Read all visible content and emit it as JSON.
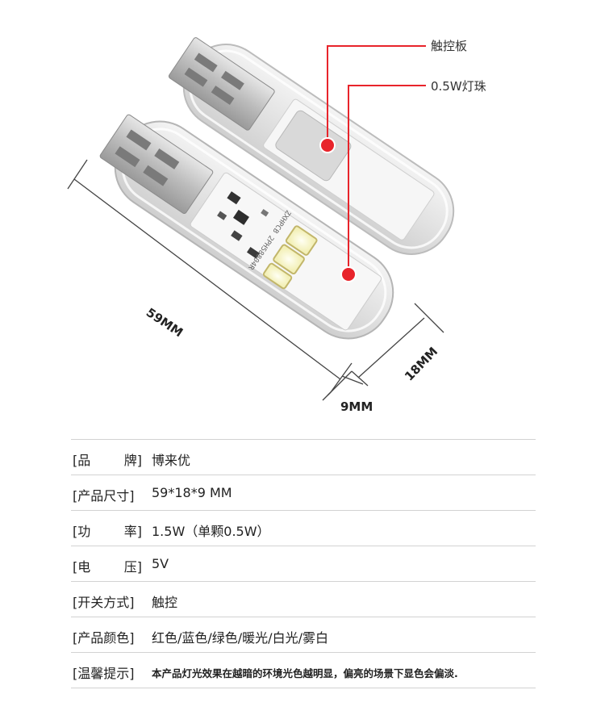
{
  "callouts": {
    "touch_panel": "触控板",
    "led_bead": "0.5W灯珠"
  },
  "dimensions": {
    "length": "59MM",
    "width": "18MM",
    "height": "9MM"
  },
  "pcb_text": "ZXHPCB 2PH58804R",
  "specs": [
    {
      "key": "[品　牌]",
      "key_left": "[品",
      "key_right": "牌]",
      "value": "博来优"
    },
    {
      "key": "[产品尺寸]",
      "value": "59*18*9 MM"
    },
    {
      "key": "[功　率]",
      "key_left": "[功",
      "key_right": "率]",
      "value": "1.5W（单颗0.5W）"
    },
    {
      "key": "[电　压]",
      "key_left": "[电",
      "key_right": "压]",
      "value": "5V"
    },
    {
      "key": "[开关方式]",
      "value": "触控"
    },
    {
      "key": "[产品颜色]",
      "value": "红色/蓝色/绿色/暖光/白光/雾白"
    },
    {
      "key": "[温馨提示]",
      "value": "本产品灯光效果在越暗的环境光色越明显，偏亮的场景下显色会偏淡."
    }
  ],
  "colors": {
    "marker_red": "#e8242b",
    "divider": "#d2d2d2"
  }
}
